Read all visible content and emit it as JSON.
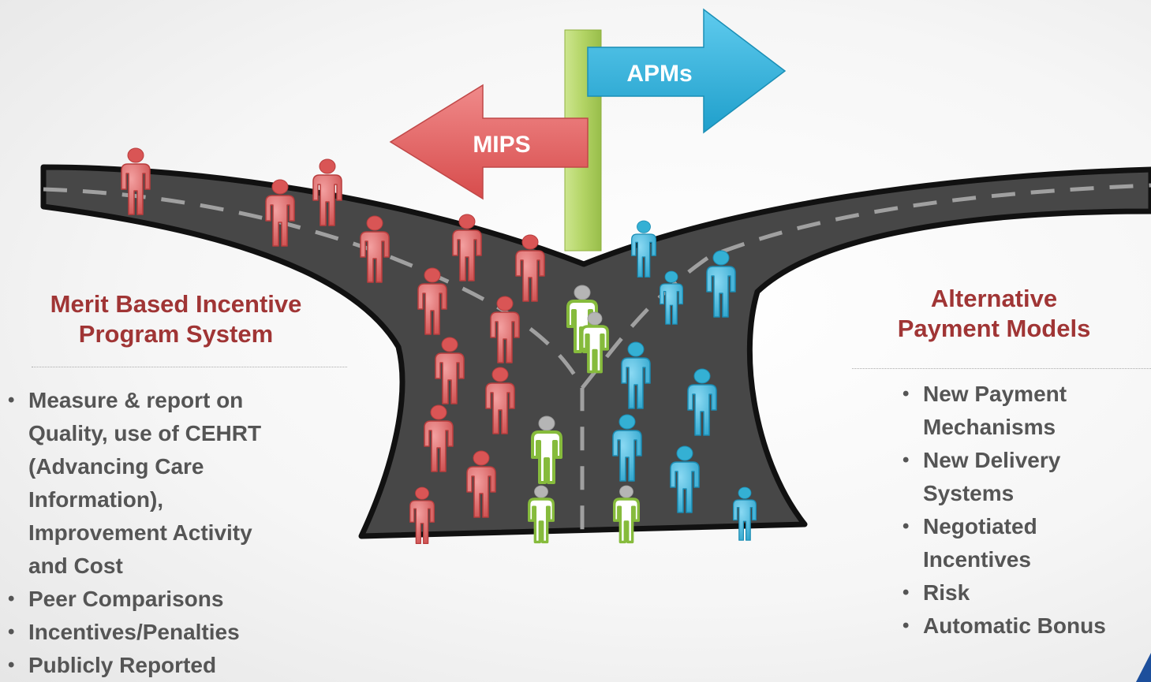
{
  "signs": {
    "apms": "APMs",
    "mips": "MIPS"
  },
  "left_panel": {
    "title_line1": "Merit Based Incentive",
    "title_line2": "Program System",
    "bullets": [
      [
        "Measure & report on",
        "Quality, use of CEHRT",
        "(Advancing Care",
        "Information),",
        "Improvement Activity",
        "and Cost"
      ],
      [
        "Peer Comparisons"
      ],
      [
        "Incentives/Penalties"
      ],
      [
        "Publicly Reported"
      ]
    ]
  },
  "right_panel": {
    "title_line1": "Alternative",
    "title_line2": "Payment Models",
    "bullets": [
      [
        "New Payment",
        "Mechanisms"
      ],
      [
        "New Delivery",
        "Systems"
      ],
      [
        "Negotiated",
        "Incentives"
      ],
      [
        "Risk"
      ],
      [
        "Automatic Bonus"
      ]
    ]
  },
  "colors": {
    "road": "#474747",
    "road_edge": "#111111",
    "lane_marking": "#a0a0a0",
    "mips_arrow": "#e06565",
    "apms_arrow": "#2fb0d8",
    "signpost": "#b6d86a",
    "heading": "#a03535",
    "body_text": "#555555",
    "people_red": "#d95555",
    "people_blue": "#34b0d4",
    "people_green": "#86bb3c"
  },
  "icons": {
    "person": "person-icon",
    "arrow_left": "arrow-left-icon",
    "arrow_right": "arrow-right-icon",
    "logo": "corner-logo-icon"
  }
}
